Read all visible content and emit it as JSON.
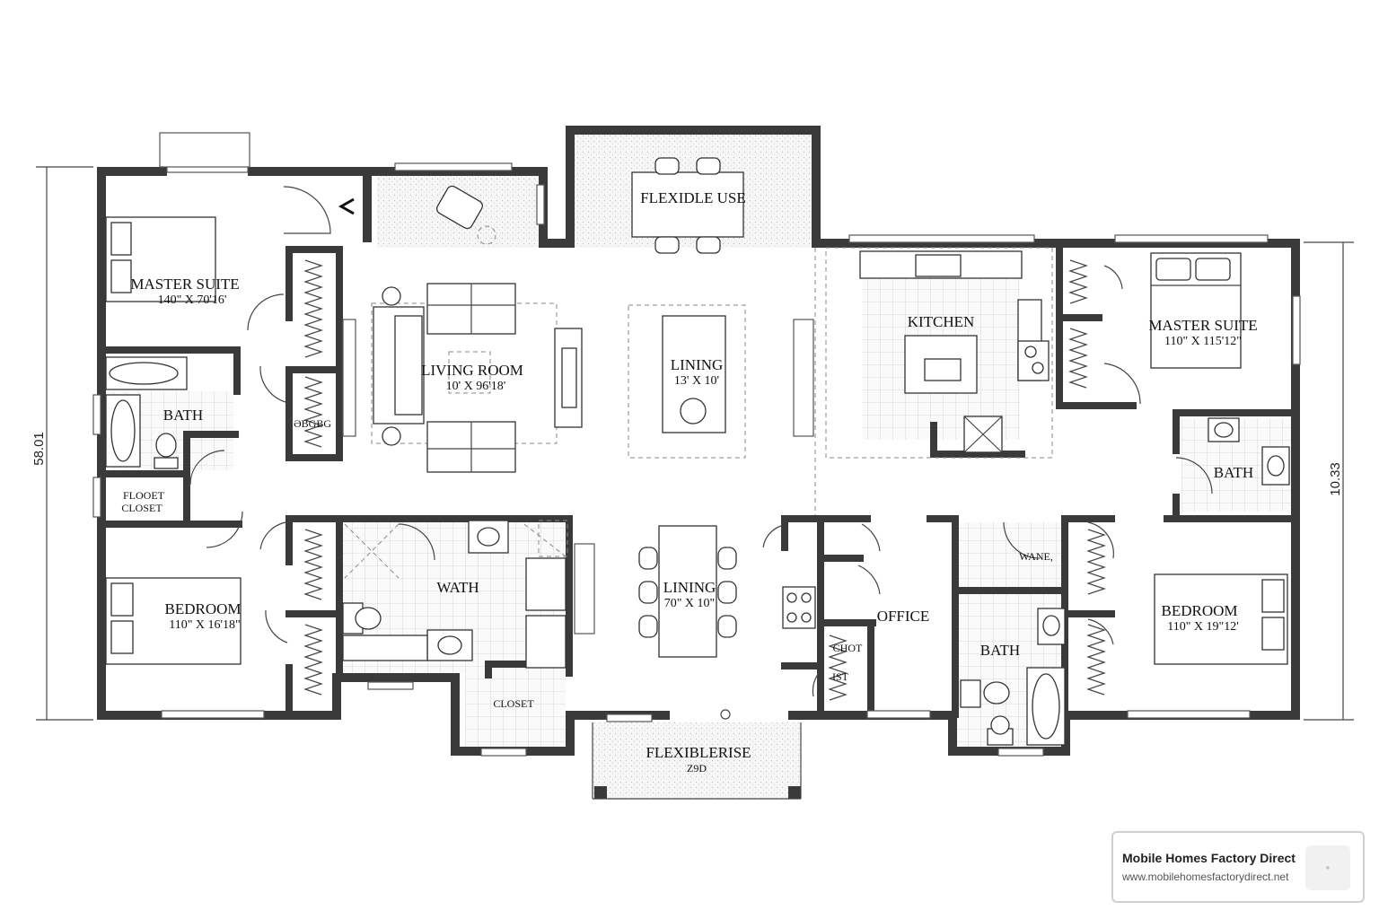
{
  "rooms": {
    "master_suite_left": {
      "name": "MASTER SUITE",
      "dim": "140\" X 70'16'"
    },
    "bath_left": {
      "name": "BATH"
    },
    "closet_left": {
      "name1": "FLOOET",
      "name2": "CLOSET"
    },
    "storage_left": {
      "name": "ƏBGBG"
    },
    "living_room": {
      "name": "LIVING ROOM",
      "dim": "10' X 96'18'"
    },
    "flexible_use_top": {
      "name": "FLEXIDLE USE"
    },
    "lining_top": {
      "name": "LINING",
      "dim": "13' X 10'"
    },
    "kitchen": {
      "name": "KITCHEN"
    },
    "master_suite_right": {
      "name": "MASTER SUITE",
      "dim": "110\" X 115'12\""
    },
    "bath_right": {
      "name": "BATH"
    },
    "bedroom_left": {
      "name": "BEDROOM",
      "dim": "110\" X 16'18\""
    },
    "wath": {
      "name": "WATH"
    },
    "closet_bottom": {
      "name": "CLOSET"
    },
    "lining_bottom": {
      "name": "LINING",
      "dim": "70\" X 10\""
    },
    "office": {
      "name": "OFFICE"
    },
    "chot": {
      "name": "CHOT",
      "sub": "IST"
    },
    "wane": {
      "name": "WANE,"
    },
    "bath_bottom_right": {
      "name": "BATH"
    },
    "bedroom_right": {
      "name": "BEDROOM",
      "dim": "110\" X 19\"12'"
    },
    "flexible_rise": {
      "name": "FLEXIBLERISE",
      "dim": "Z9D"
    }
  },
  "dimensions": {
    "left": "58.01",
    "right": "10.33"
  },
  "brand": {
    "name": "Mobile Homes Factory Direct",
    "url": "www.mobilehomesfactorydirect.net",
    "logo_icon": "logo-icon"
  }
}
